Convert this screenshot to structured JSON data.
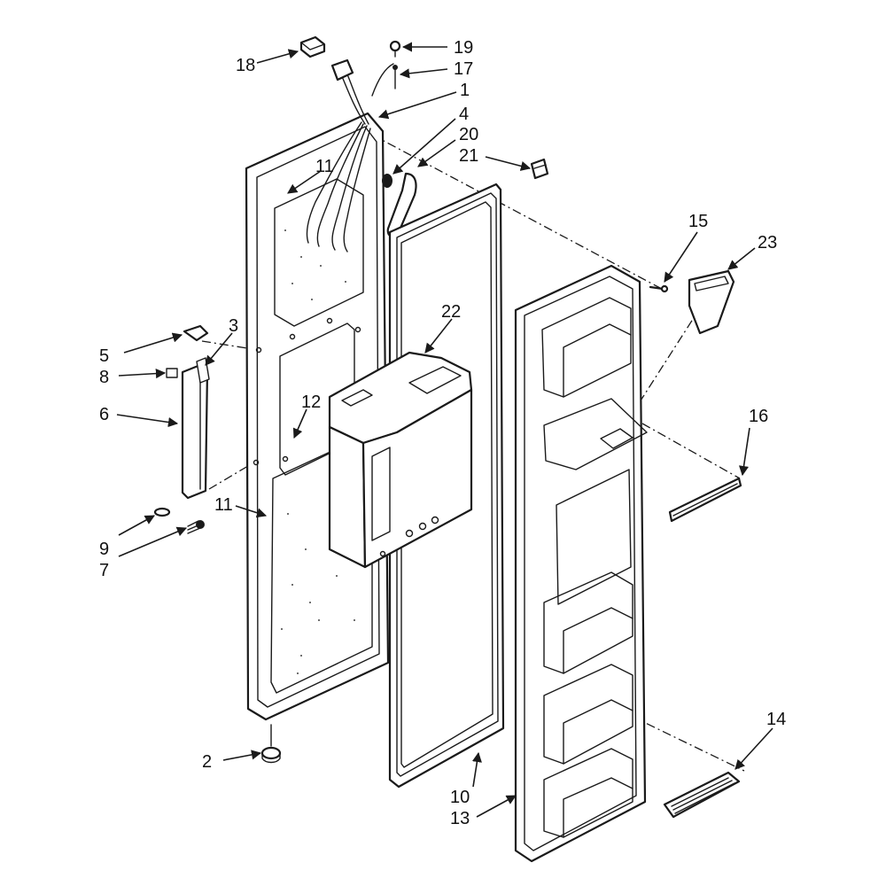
{
  "callouts": {
    "c1": "1",
    "c2": "2",
    "c3": "3",
    "c4": "4",
    "c5": "5",
    "c6": "6",
    "c7": "7",
    "c8": "8",
    "c9": "9",
    "c10": "10",
    "c11a": "11",
    "c11b": "11",
    "c12": "12",
    "c13": "13",
    "c14": "14",
    "c15": "15",
    "c16": "16",
    "c17": "17",
    "c18": "18",
    "c19": "19",
    "c20": "20",
    "c21": "21",
    "c22": "22",
    "c23": "23"
  }
}
